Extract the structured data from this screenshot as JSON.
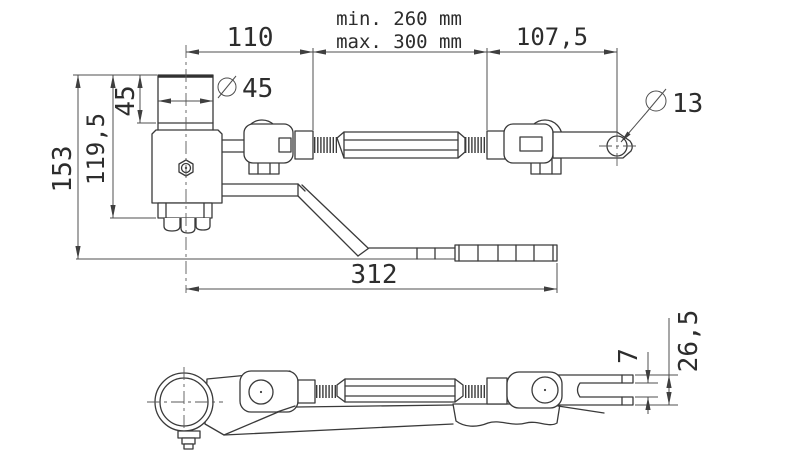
{
  "drawing": {
    "type": "technical-dimension-drawing",
    "subject": "stabilizer-turnbuckle-assembly",
    "dims": {
      "width_110": "110",
      "range_min": "min. 260 mm",
      "range_max": "max. 300 mm",
      "width_107_5": "107,5",
      "dia_45": "45",
      "height_45": "45",
      "height_119_5": "119,5",
      "height_153": "153",
      "dia_13": "13",
      "width_312": "312",
      "slot_7": "7",
      "fork_26_5": "26,5"
    },
    "colors": {
      "background": "#ffffff",
      "geometry_line": "#3a3a3a",
      "dimension_line": "#4f4f4f",
      "text": "#2d2d2d"
    }
  }
}
